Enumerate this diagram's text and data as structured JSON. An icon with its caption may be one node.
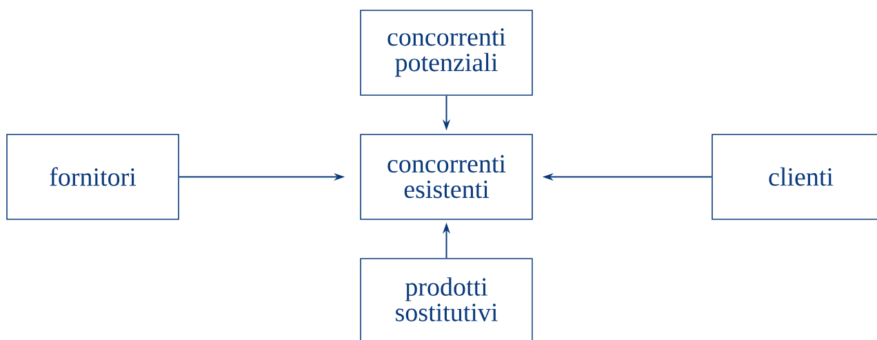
{
  "diagram": {
    "nodes": [
      {
        "text": [
          "concorrenti potenziali"
        ]
      },
      {
        "text": [
          "fornitori"
        ]
      },
      {
        "text": [
          "concorrenti esistenti"
        ]
      },
      {
        "text": [
          "clienti"
        ]
      },
      {
        "text": [
          "prodotti sostitutivi"
        ]
      }
    ],
    "edges": [
      {
        "from": 0,
        "to": 2,
        "arrow": "to"
      },
      {
        "from": 1,
        "to": 2,
        "arrow": "to"
      },
      {
        "from": 3,
        "to": 2,
        "arrow": "to"
      },
      {
        "from": 4,
        "to": 2,
        "arrow": "to"
      }
    ]
  }
}
